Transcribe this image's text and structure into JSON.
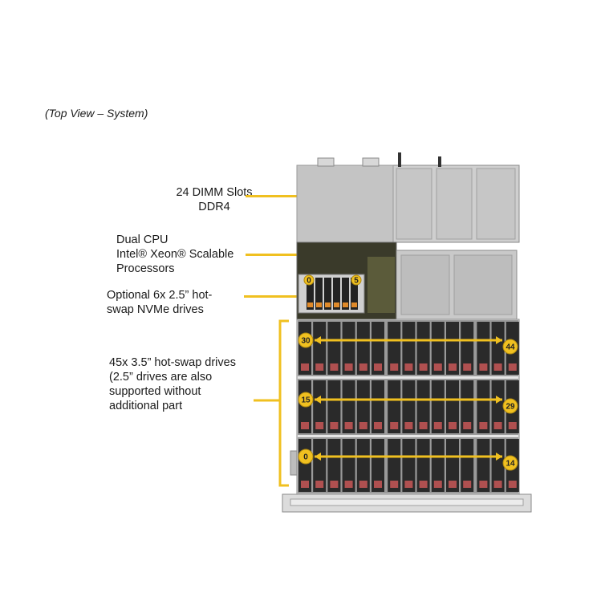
{
  "caption": "(Top View – System)",
  "labels": {
    "dimm": [
      "24 DIMM Slots",
      "DDR4"
    ],
    "cpu": [
      "Dual CPU",
      "Intel® Xeon® Scalable",
      "Processors"
    ],
    "nvme": [
      "Optional 6x 2.5” hot-",
      "swap NVMe drives"
    ],
    "drives": [
      "45x 3.5” hot-swap drives",
      "(2.5” drives are also",
      "supported without",
      "additional part"
    ]
  },
  "nvme_badges": {
    "first": "0",
    "last": "5"
  },
  "drive_rows": [
    {
      "start": "30",
      "end": "44"
    },
    {
      "start": "15",
      "end": "29"
    },
    {
      "start": "0",
      "end": "14"
    }
  ],
  "colors": {
    "accent": "#f0c020",
    "chassis": "#c8c8c8",
    "drive_bay": "#2a2a2a",
    "drive_led": "#b05050"
  }
}
